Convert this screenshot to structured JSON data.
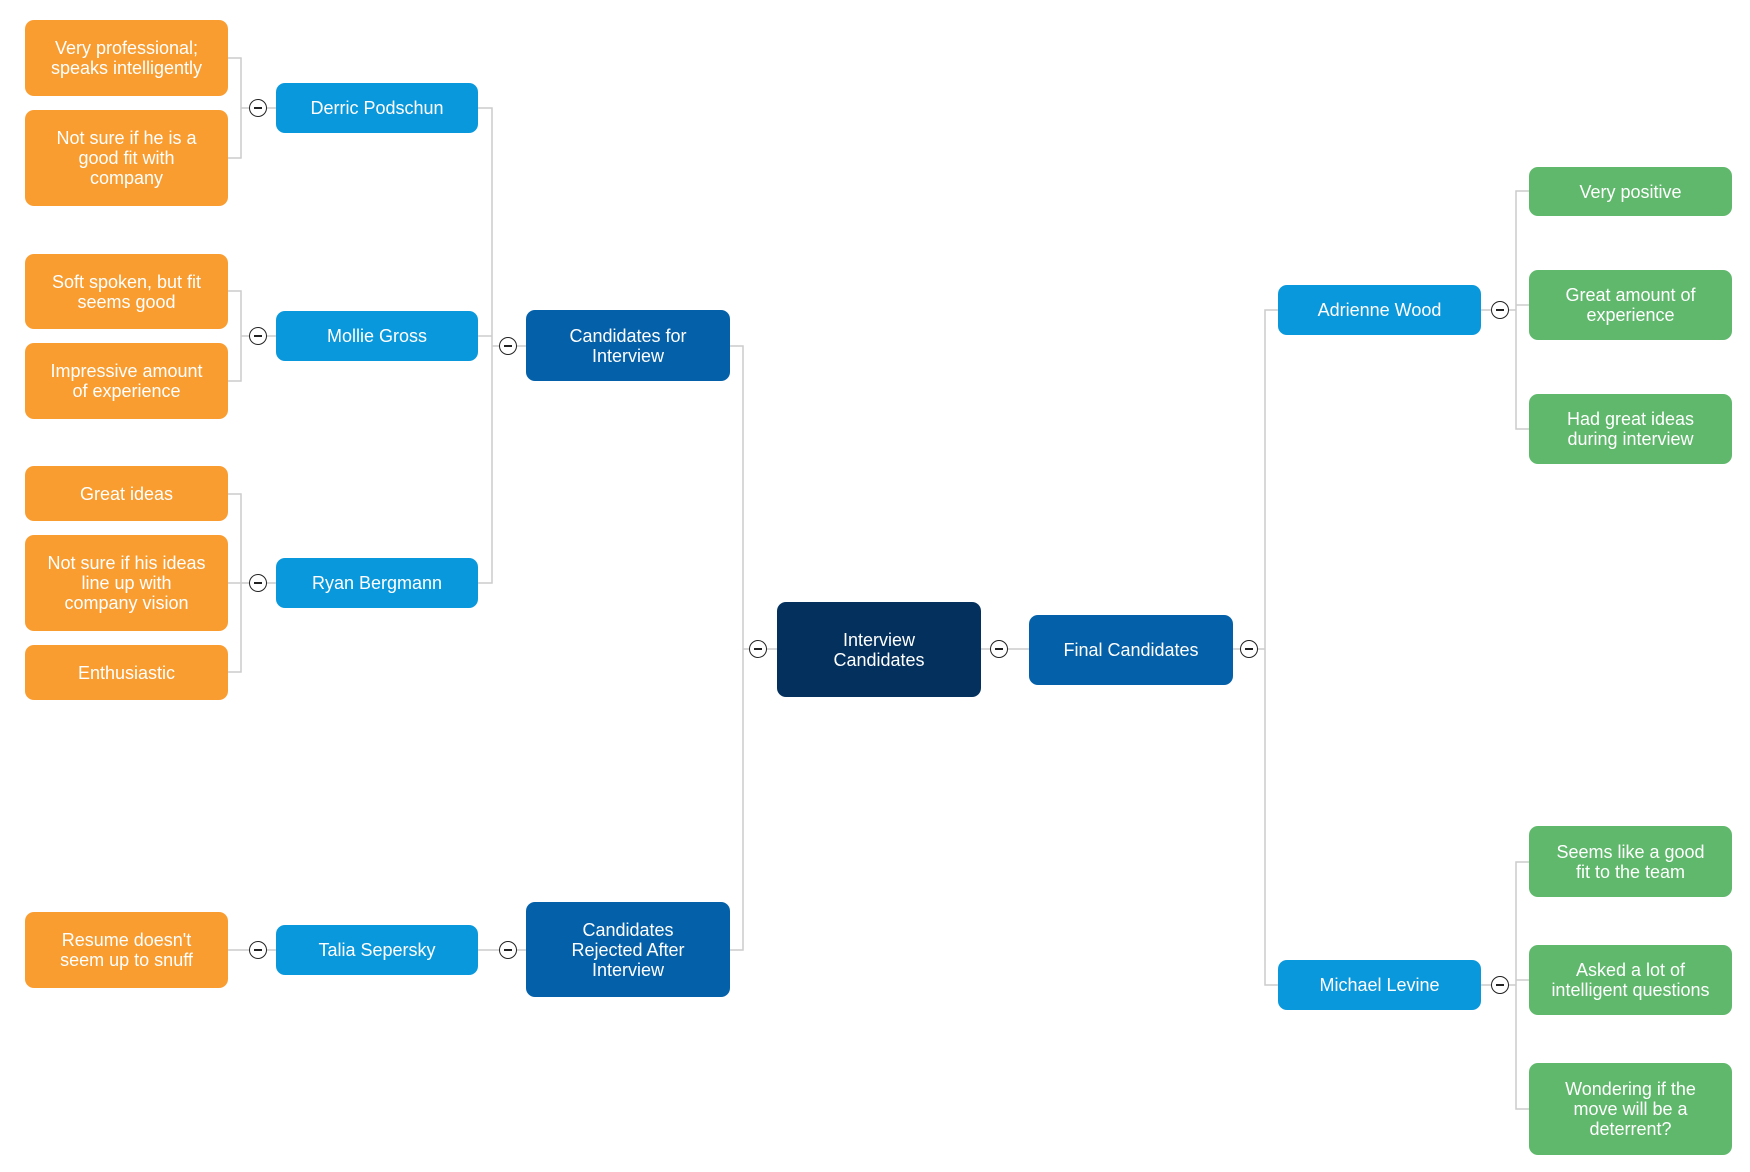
{
  "diagram": {
    "type": "mind-map",
    "colors": {
      "root": "#03305D",
      "group": "#0460A8",
      "person": "#0A98DC",
      "negative_feedback": "#F99D31",
      "positive_feedback": "#5FB86B",
      "connector": "#CCCCCC"
    },
    "root": {
      "label": "Interview\nCandidates"
    },
    "left": {
      "candidates_for_interview": {
        "label": "Candidates for\nInterview",
        "people": [
          {
            "name": "Derric Podschun",
            "notes": [
              "Very professional;\nspeaks intelligently",
              "Not sure if he is a\ngood fit with\ncompany"
            ]
          },
          {
            "name": "Mollie Gross",
            "notes": [
              "Soft spoken, but fit\nseems good",
              "Impressive amount\nof experience"
            ]
          },
          {
            "name": "Ryan Bergmann",
            "notes": [
              "Great ideas",
              "Not sure if his ideas\nline up with\ncompany vision",
              "Enthusiastic"
            ]
          }
        ]
      },
      "candidates_rejected": {
        "label": "Candidates\nRejected After\nInterview",
        "people": [
          {
            "name": "Talia Sepersky",
            "notes": [
              "Resume doesn't\nseem up to snuff"
            ]
          }
        ]
      }
    },
    "right": {
      "final_candidates": {
        "label": "Final Candidates",
        "people": [
          {
            "name": "Adrienne Wood",
            "notes": [
              "Very positive",
              "Great amount of\nexperience",
              "Had great ideas\nduring interview"
            ]
          },
          {
            "name": "Michael Levine",
            "notes": [
              "Seems like a good\nfit to the team",
              "Asked a lot of\nintelligent questions",
              "Wondering if the\nmove will be a\ndeterrent?"
            ]
          }
        ]
      }
    },
    "toggle_icon": "collapse-minus-circle"
  }
}
